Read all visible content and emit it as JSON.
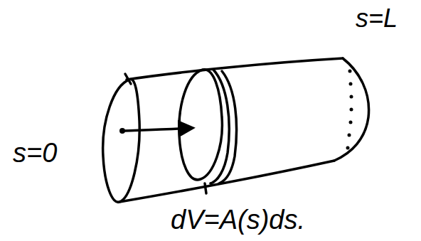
{
  "diagram": {
    "labels": [
      "s=0",
      "s=L",
      "dV=A(s)ds."
    ]
  }
}
